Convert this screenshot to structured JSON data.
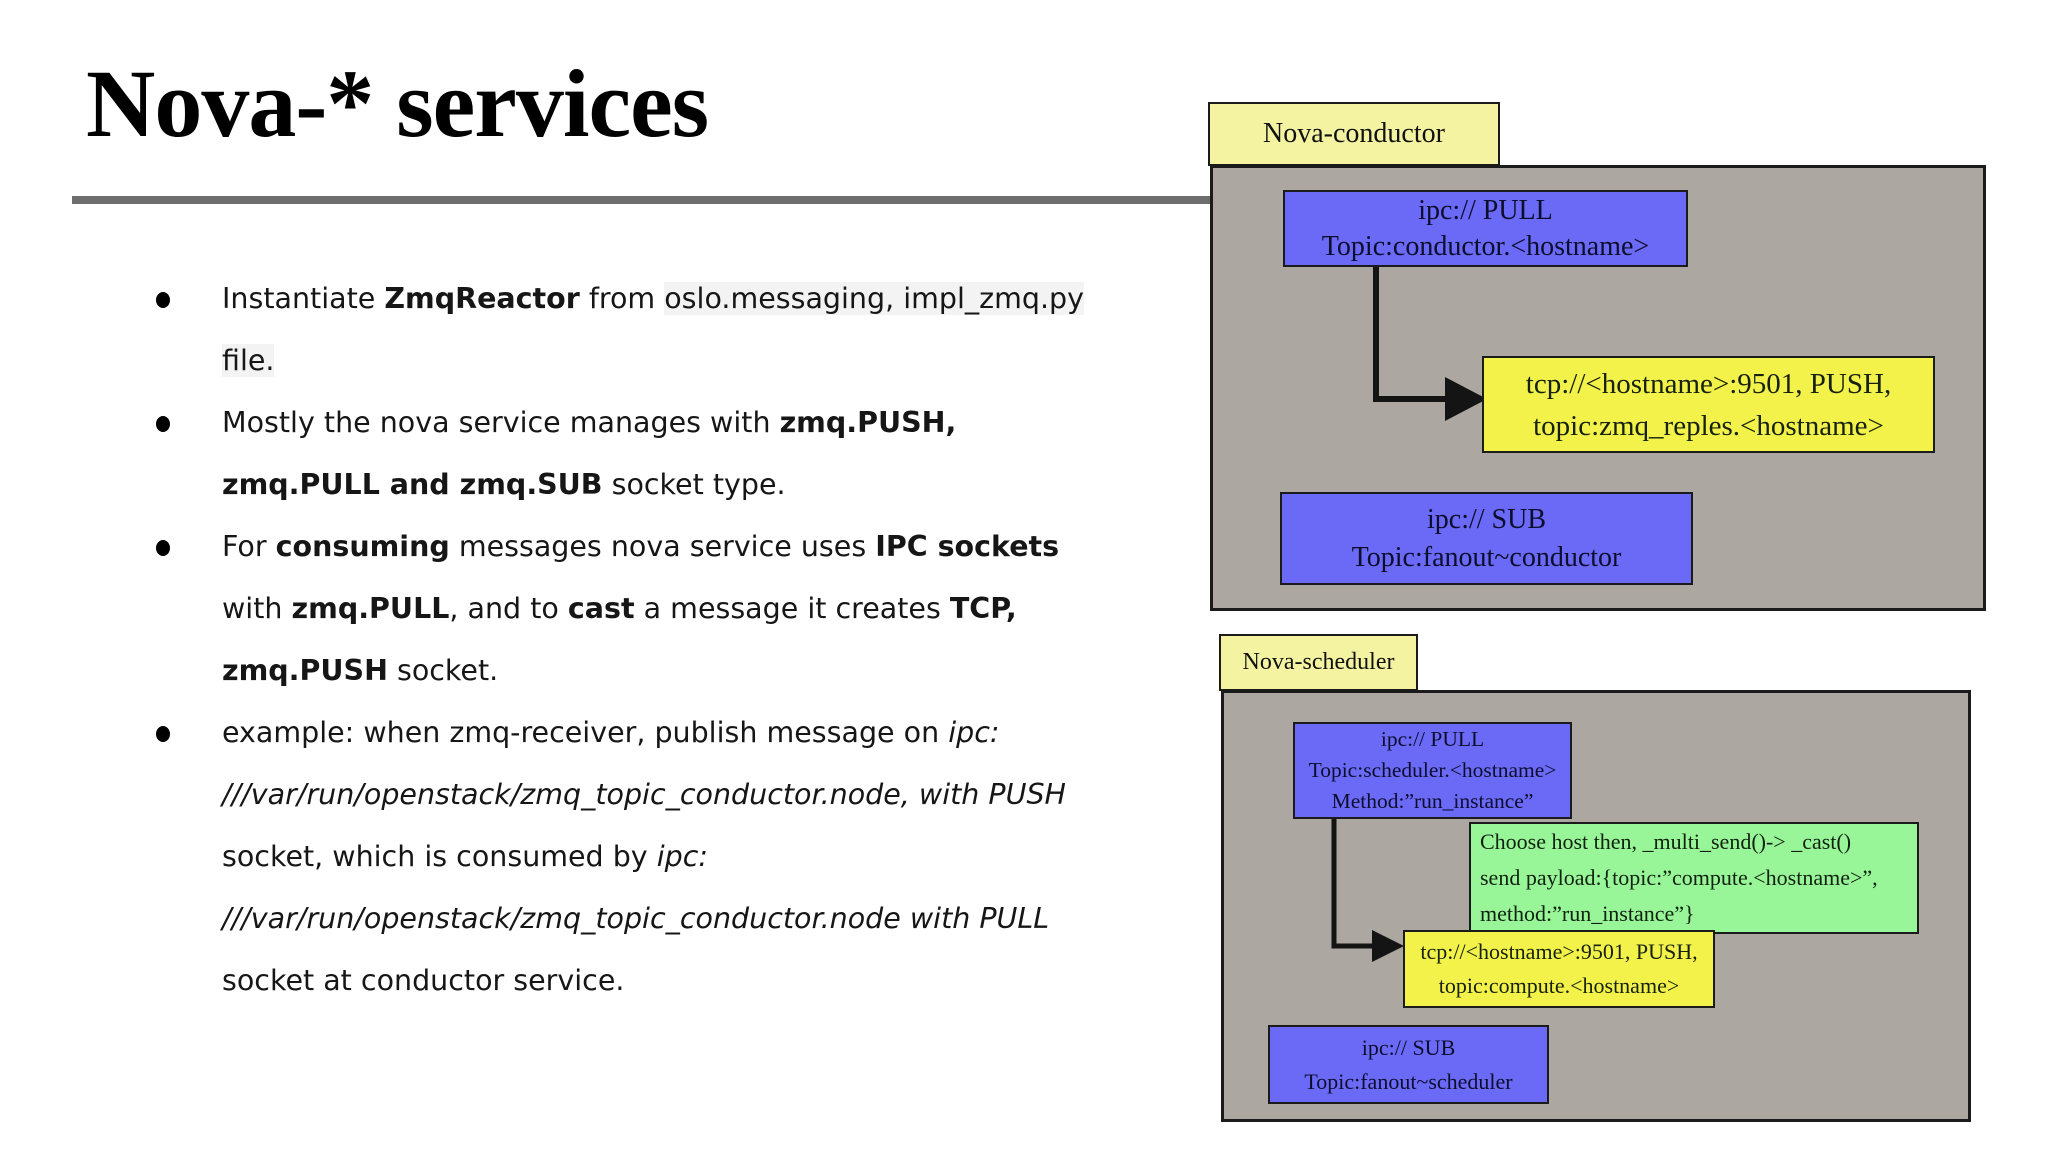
{
  "slide": {
    "title": "Nova-* services",
    "bullets": [
      {
        "segments": [
          {
            "text": "Instantiate "
          },
          {
            "text": "ZmqReactor",
            "bold": true
          },
          {
            "text": " from "
          },
          {
            "text": "oslo.messaging, impl_zmq.py file.",
            "hl": true
          }
        ]
      },
      {
        "segments": [
          {
            "text": "Mostly the nova service manages with "
          },
          {
            "text": "zmq.PUSH, zmq.PULL and zmq.SUB",
            "bold": true
          },
          {
            "text": " socket type."
          }
        ]
      },
      {
        "segments": [
          {
            "text": "For "
          },
          {
            "text": "consuming",
            "bold": true
          },
          {
            "text": " messages nova service uses "
          },
          {
            "text": "IPC sockets",
            "bold": true
          },
          {
            "text": " with "
          },
          {
            "text": "zmq.PULL",
            "bold": true
          },
          {
            "text": ", and to "
          },
          {
            "text": "cast",
            "bold": true
          },
          {
            "text": " a message it creates "
          },
          {
            "text": "TCP, zmq.PUSH",
            "bold": true
          },
          {
            "text": " socket."
          }
        ]
      },
      {
        "segments": [
          {
            "text": "example: when zmq-receiver, publish message on "
          },
          {
            "text": "ipc: ///var/run/openstack/zmq_topic_conductor.node, with PUSH",
            "italic": true
          },
          {
            "text": " socket, which is consumed by "
          },
          {
            "text": "ipc: ///var/run/openstack/zmq_topic_conductor.node with PULL",
            "italic": true
          },
          {
            "text": " socket at conductor service."
          }
        ]
      }
    ]
  },
  "conductor": {
    "tab": "Nova-conductor",
    "pull_box": {
      "line1": "ipc:// PULL",
      "line2": "Topic:conductor.<hostname>"
    },
    "push_box": {
      "line1": "tcp://<hostname>:9501, PUSH,",
      "line2": "topic:zmq_reples.<hostname>"
    },
    "sub_box": {
      "line1": "ipc:// SUB",
      "line2": "Topic:fanout~conductor"
    }
  },
  "scheduler": {
    "tab": "Nova-scheduler",
    "pull_box": {
      "line1": "ipc:// PULL",
      "line2": "Topic:scheduler.<hostname>",
      "line3": "Method:”run_instance”"
    },
    "note_box": {
      "line1": "Choose host then, _multi_send()-> _cast()",
      "line2": "send payload:{topic:”compute.<hostname>”,",
      "line3": "method:”run_instance”}"
    },
    "push_box": {
      "line1": "tcp://<hostname>:9501, PUSH,",
      "line2": "topic:compute.<hostname>"
    },
    "sub_box": {
      "line1": "ipc:// SUB",
      "line2": "Topic:fanout~scheduler"
    }
  },
  "colors": {
    "container_gray": "#ada7a1",
    "box_blue": "#6a6af7",
    "box_yellow": "#f2f24a",
    "tab_yellow": "#f3f3a1",
    "note_green": "#98f598",
    "rule_gray": "#6e6e6e"
  }
}
